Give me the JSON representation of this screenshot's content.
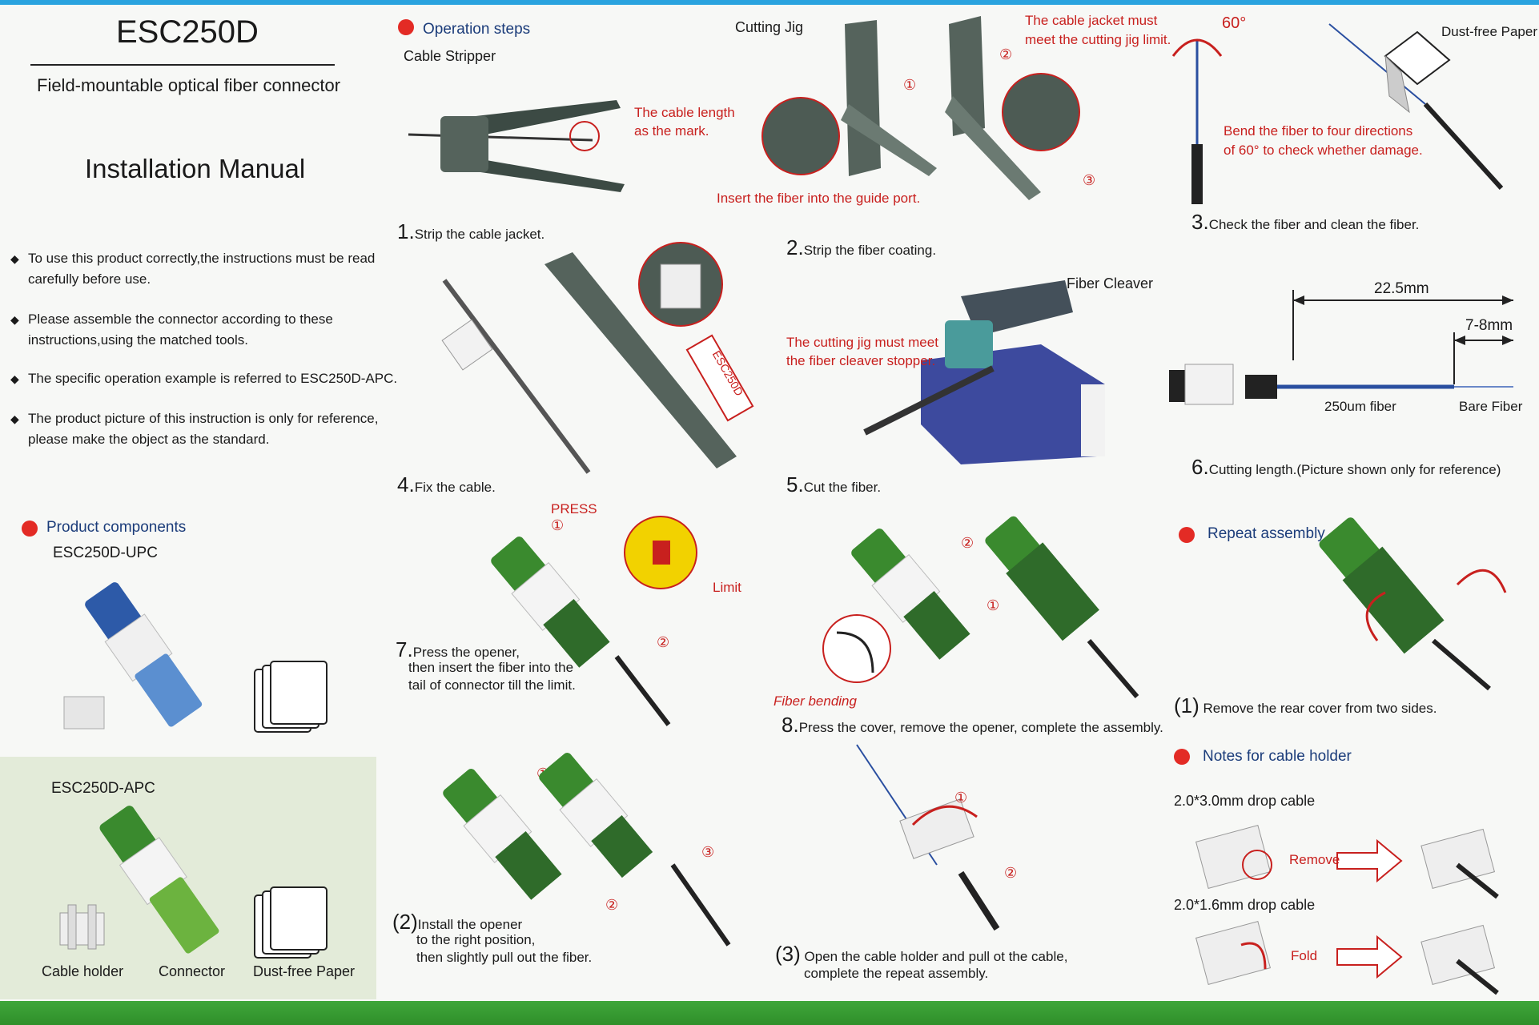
{
  "title": "ESC250D",
  "subtitle": "Field-mountable optical fiber connector",
  "manual_title": "Installation Manual",
  "notes": [
    "To use this product correctly,the instructions must be read carefully before use.",
    "Please assemble the connector according to these instructions,using the matched tools.",
    "The specific operation example is referred to ESC250D-APC.",
    "The product picture of this instruction is only for reference, please make the object as the standard."
  ],
  "components": {
    "heading": "Product components",
    "upc": "ESC250D-UPC",
    "apc": "ESC250D-APC",
    "cable_holder": "Cable holder",
    "connector": "Connector",
    "paper": "Dust-free Paper"
  },
  "operation": {
    "heading": "Operation steps",
    "cable_stripper": "Cable Stripper",
    "cable_length_1": "The cable length",
    "cable_length_2": "as the mark.",
    "step1_num": "1.",
    "step1": "Strip the cable jacket."
  },
  "step2": {
    "cutting_jig": "Cutting Jig",
    "jacket_1": "The cable jacket must",
    "jacket_2": "meet the cutting jig limit.",
    "insert": "Insert the fiber into the guide port.",
    "num": "2.",
    "label": "Strip the fiber coating.",
    "c1": "①",
    "c2": "②",
    "c3": "③"
  },
  "step3": {
    "angle": "60°",
    "paper": "Dust-free Paper",
    "bend_1": "Bend the fiber to four directions",
    "bend_2": "of 60° to check whether damage.",
    "num": "3.",
    "label": "Check the fiber and clean the fiber."
  },
  "step4": {
    "model": "ESC250D",
    "num": "4.",
    "label": "Fix the cable."
  },
  "step5": {
    "cleaver": "Fiber Cleaver",
    "must_1": "The cutting jig must meet",
    "must_2": "the fiber cleaver stopper.",
    "num": "5.",
    "label": "Cut the fiber."
  },
  "step6": {
    "len1": "22.5mm",
    "len2": "7-8mm",
    "fiber": "250um fiber",
    "bare": "Bare Fiber",
    "num": "6.",
    "label": "Cutting length.(Picture shown only for reference)"
  },
  "step7": {
    "press": "PRESS",
    "c1": "①",
    "c2": "②",
    "limit": "Limit",
    "num": "7.",
    "l1": "Press the opener,",
    "l2": "then insert the fiber into the",
    "l3": "tail of connector till the limit."
  },
  "step8": {
    "c1": "①",
    "c2": "②",
    "bending": "Fiber bending",
    "num": "8.",
    "label": "Press the cover, remove the opener, complete the assembly."
  },
  "repeat": {
    "heading": "Repeat assembly",
    "n1": "(1)",
    "s1": "Remove the rear cover from two sides.",
    "n2": "(2)",
    "s2_1": "Install the opener",
    "s2_2": "to the right position,",
    "s2_3": "then slightly pull out the fiber.",
    "n3": "(3)",
    "s3_1": "Open the cable holder and pull ot the cable,",
    "s3_2": "complete the repeat assembly.",
    "c1": "①",
    "c2": "②",
    "c3": "③"
  },
  "holder": {
    "heading": "Notes for cable holder",
    "cable1": "2.0*3.0mm drop cable",
    "remove": "Remove",
    "cable2": "2.0*1.6mm drop cable",
    "fold": "Fold"
  }
}
